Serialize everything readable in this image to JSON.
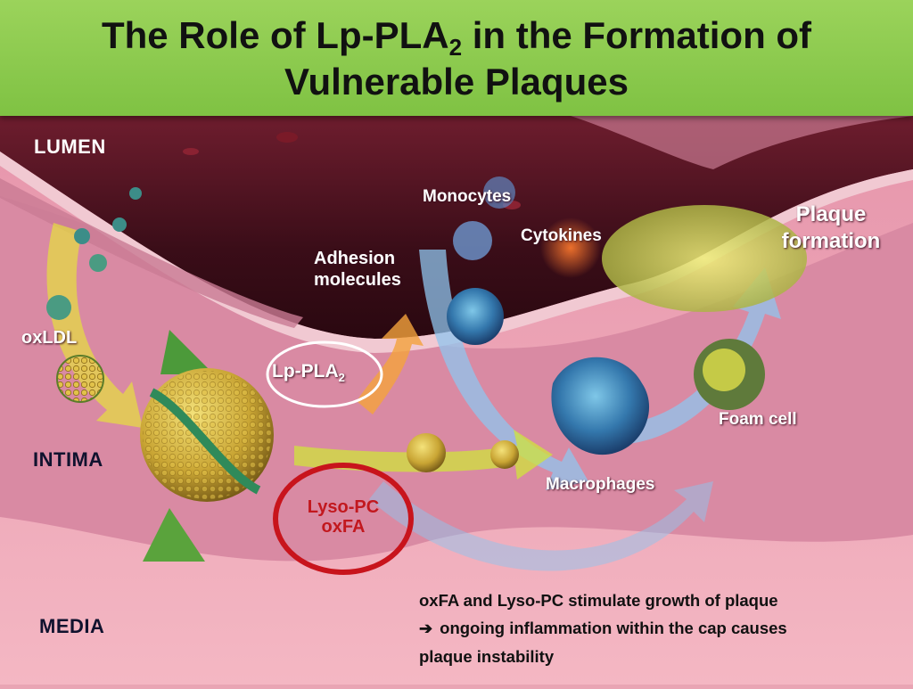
{
  "title": {
    "line1_before": "The Role of Lp-PLA",
    "line1_sub": "2",
    "line1_after": " in the Formation of",
    "line2": "Vulnerable Plaques"
  },
  "regions": {
    "lumen": "LUMEN",
    "intima": "INTIMA",
    "media": "MEDIA"
  },
  "labels": {
    "oxldl": "oxLDL",
    "adhesion_line1": "Adhesion",
    "adhesion_line2": "molecules",
    "monocytes": "Monocytes",
    "cytokines": "Cytokines",
    "plaque_line1": "Plaque",
    "plaque_line2": "formation",
    "lppla2": "Lp-PLA",
    "lppla2_sub": "2",
    "foam_cell": "Foam cell",
    "macrophages": "Macrophages",
    "lysopc": "Lyso-PC",
    "oxfa": "oxFA"
  },
  "note": {
    "line1": "oxFA and Lyso-PC stimulate growth of plaque",
    "arrow_icon": "right-arrow-icon",
    "line2": "ongoing inflammation within the cap causes",
    "line3": "plaque instability"
  },
  "colors": {
    "header_green": "#86c84a",
    "lumen_dark": "#3a0f1a",
    "intima_pink": "#d88aa4",
    "media_pink": "#f0aebb",
    "circle_red": "#c8141c",
    "arrow_blue": "#8fc4ee",
    "arrow_yellow": "#e6e635"
  }
}
